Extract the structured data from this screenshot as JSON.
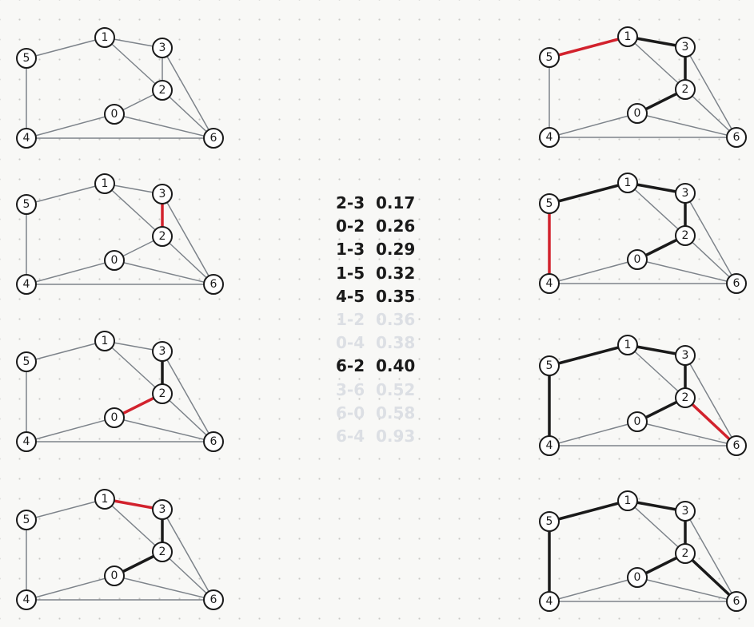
{
  "colors": {
    "edge_default": "#7d838a",
    "edge_selected": "#1a1a1a",
    "edge_highlight": "#d2222d",
    "weight_active": "#1a1a1a",
    "weight_skipped": "#dcdfe4"
  },
  "nodes": [
    "0",
    "1",
    "2",
    "3",
    "4",
    "5",
    "6"
  ],
  "edges": [
    {
      "id": "1-5",
      "a": "1",
      "b": "5"
    },
    {
      "id": "1-3",
      "a": "1",
      "b": "3"
    },
    {
      "id": "1-2",
      "a": "1",
      "b": "2"
    },
    {
      "id": "2-3",
      "a": "2",
      "b": "3"
    },
    {
      "id": "3-6",
      "a": "3",
      "b": "6"
    },
    {
      "id": "0-2",
      "a": "0",
      "b": "2"
    },
    {
      "id": "6-2",
      "a": "2",
      "b": "6"
    },
    {
      "id": "0-4",
      "a": "0",
      "b": "4"
    },
    {
      "id": "6-0",
      "a": "0",
      "b": "6"
    },
    {
      "id": "6-4",
      "a": "4",
      "b": "6"
    },
    {
      "id": "4-5",
      "a": "4",
      "b": "5"
    }
  ],
  "weights": [
    {
      "edge": "2-3",
      "value": "0.17",
      "status": "active"
    },
    {
      "edge": "0-2",
      "value": "0.26",
      "status": "active"
    },
    {
      "edge": "1-3",
      "value": "0.29",
      "status": "active"
    },
    {
      "edge": "1-5",
      "value": "0.32",
      "status": "active"
    },
    {
      "edge": "4-5",
      "value": "0.35",
      "status": "active"
    },
    {
      "edge": "1-2",
      "value": "0.36",
      "status": "skipped"
    },
    {
      "edge": "0-4",
      "value": "0.38",
      "status": "skipped"
    },
    {
      "edge": "6-2",
      "value": "0.40",
      "status": "active"
    },
    {
      "edge": "3-6",
      "value": "0.52",
      "status": "skipped"
    },
    {
      "edge": "6-0",
      "value": "0.58",
      "status": "skipped"
    },
    {
      "edge": "6-4",
      "value": "0.93",
      "status": "skipped"
    }
  ],
  "steps": [
    {
      "selected": [],
      "highlight": []
    },
    {
      "selected": [],
      "highlight": [
        "2-3"
      ]
    },
    {
      "selected": [
        "2-3"
      ],
      "highlight": [
        "0-2"
      ]
    },
    {
      "selected": [
        "2-3",
        "0-2"
      ],
      "highlight": [
        "1-3"
      ]
    },
    {
      "selected": [
        "2-3",
        "0-2",
        "1-3"
      ],
      "highlight": [
        "1-5"
      ]
    },
    {
      "selected": [
        "2-3",
        "0-2",
        "1-3",
        "1-5"
      ],
      "highlight": [
        "4-5"
      ]
    },
    {
      "selected": [
        "2-3",
        "0-2",
        "1-3",
        "1-5",
        "4-5"
      ],
      "highlight": [
        "6-2"
      ]
    },
    {
      "selected": [
        "2-3",
        "0-2",
        "1-3",
        "1-5",
        "4-5",
        "6-2"
      ],
      "highlight": []
    }
  ]
}
